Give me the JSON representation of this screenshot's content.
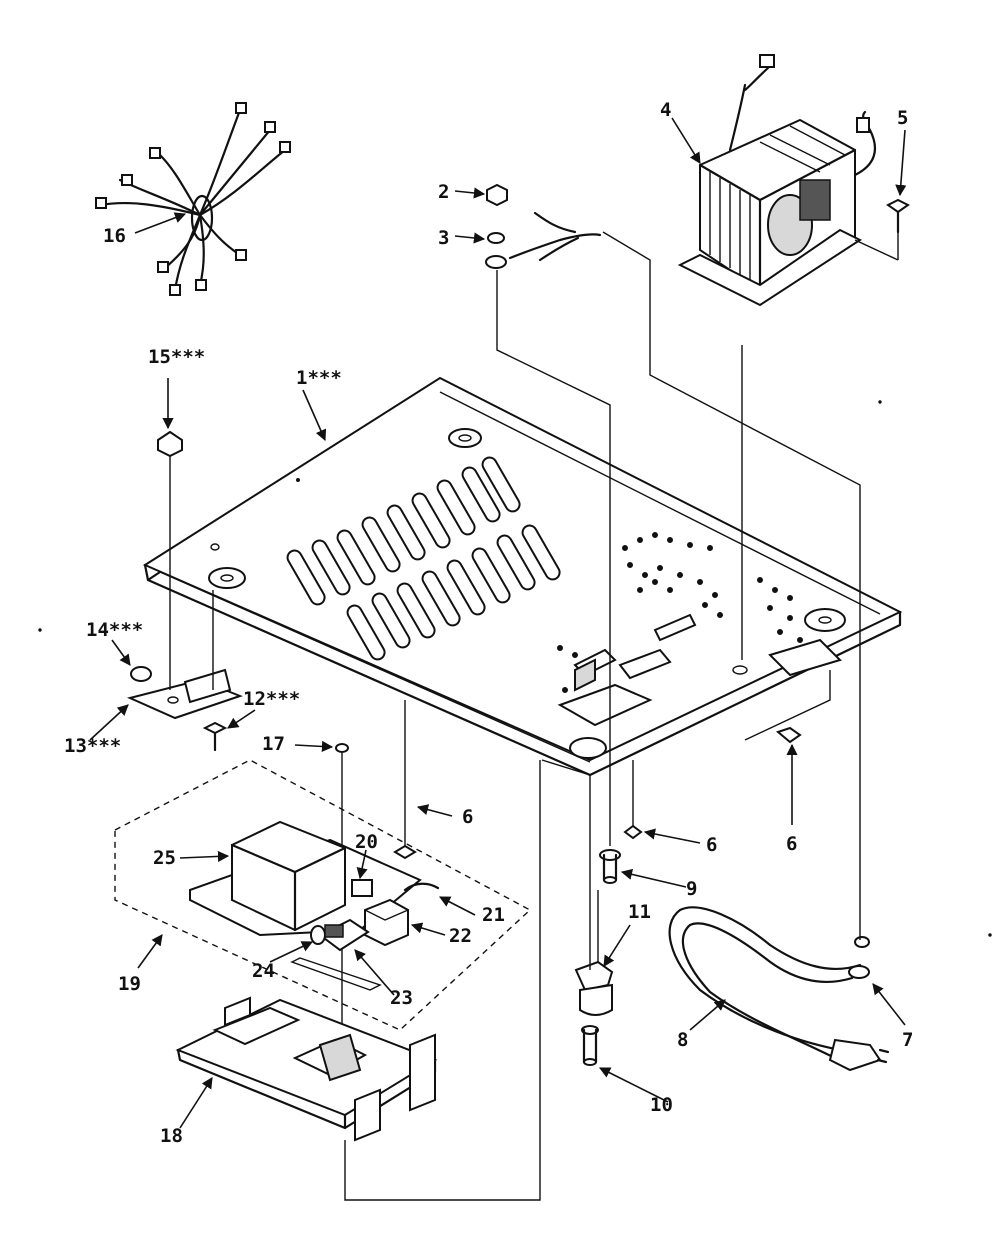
{
  "labels": {
    "l1": "1***",
    "l2": "2",
    "l3": "3",
    "l4": "4",
    "l5": "5",
    "l6a": "6",
    "l6b": "6",
    "l6c": "6",
    "l7": "7",
    "l8": "8",
    "l9": "9",
    "l10": "10",
    "l11": "11",
    "l12": "12***",
    "l13": "13***",
    "l14": "14***",
    "l15": "15***",
    "l16": "16",
    "l17": "17",
    "l18": "18",
    "l19": "19",
    "l20": "20",
    "l21": "21",
    "l22": "22",
    "l23": "23",
    "l24": "24",
    "l25": "25"
  }
}
